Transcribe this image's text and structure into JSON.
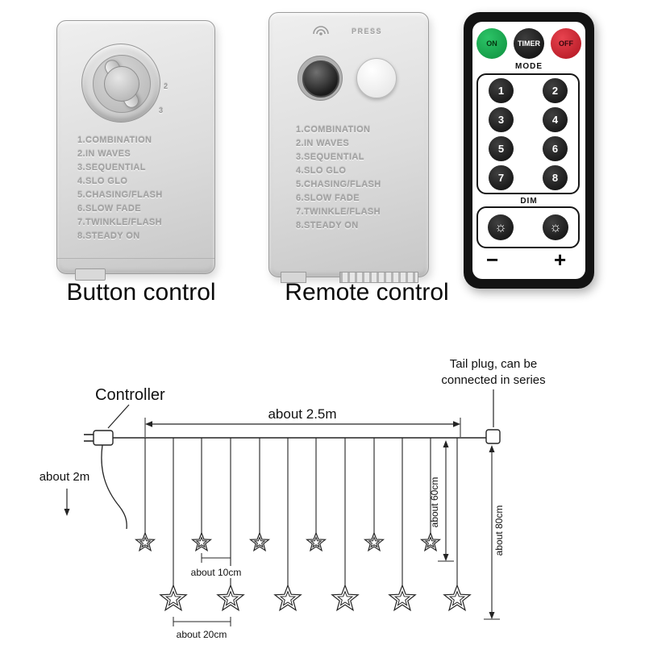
{
  "captions": {
    "button_control": "Button control",
    "remote_control": "Remote control"
  },
  "button_device": {
    "dial_marks": [
      "2",
      "3"
    ],
    "modes": [
      "1.COMBINATION",
      "2.IN WAVES",
      "3.SEQUENTIAL",
      "4.SLO GLO",
      "5.CHASING/FLASH",
      "6.SLOW FADE",
      "7.TWINKLE/FLASH",
      "8.STEADY ON"
    ]
  },
  "receiver_device": {
    "press_label": "PRESS",
    "modes": [
      "1.COMBINATION",
      "2.IN WAVES",
      "3.SEQUENTIAL",
      "4.SLO GLO",
      "5.CHASING/FLASH",
      "6.SLOW FADE",
      "7.TWINKLE/FLASH",
      "8.STEADY ON"
    ]
  },
  "remote": {
    "power_buttons": [
      "ON",
      "TIMER",
      "OFF"
    ],
    "mode_label": "MODE",
    "numbers": [
      "1",
      "2",
      "3",
      "4",
      "5",
      "6",
      "7",
      "8"
    ],
    "dim_label": "DIM",
    "sun_icon": "☼",
    "minus": "−",
    "plus": "+",
    "colors": {
      "on_green": "#14a24a",
      "off_red": "#cf2030",
      "body_black": "#131313"
    }
  },
  "diagram": {
    "controller_label": "Controller",
    "tail_plug_label_line1": "Tail plug, can be",
    "tail_plug_label_line2": "connected in series",
    "length_total": "about 2.5m",
    "length_lead": "about 2m",
    "drop_small": "about 60cm",
    "drop_large": "about 80cm",
    "gap_small": "about 10cm",
    "gap_large": "about 20cm"
  }
}
